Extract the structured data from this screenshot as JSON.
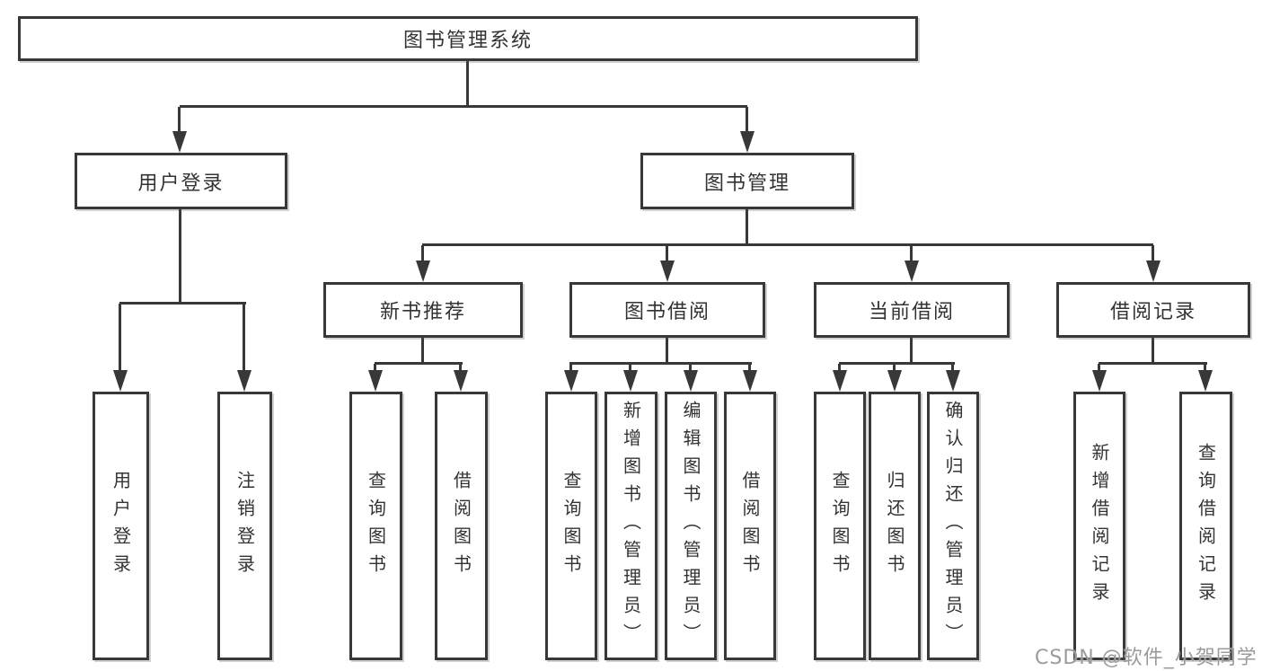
{
  "diagram": {
    "root": {
      "label": "图书管理系统"
    },
    "level2": [
      {
        "label": "用户登录"
      },
      {
        "label": "图书管理"
      }
    ],
    "level3": [
      {
        "label": "新书推荐",
        "parent": "图书管理"
      },
      {
        "label": "图书借阅",
        "parent": "图书管理"
      },
      {
        "label": "当前借阅",
        "parent": "图书管理"
      },
      {
        "label": "借阅记录",
        "parent": "图书管理"
      }
    ],
    "leaves": [
      {
        "label": "用户登录",
        "parent": "用户登录"
      },
      {
        "label": "注销登录",
        "parent": "用户登录"
      },
      {
        "label": "查询图书",
        "parent": "新书推荐"
      },
      {
        "label": "借阅图书",
        "parent": "新书推荐"
      },
      {
        "label": "查询图书",
        "parent": "图书借阅"
      },
      {
        "label": "新增图书（管理员）",
        "parent": "图书借阅"
      },
      {
        "label": "编辑图书（管理员）",
        "parent": "图书借阅"
      },
      {
        "label": "借阅图书",
        "parent": "图书借阅"
      },
      {
        "label": "查询图书",
        "parent": "当前借阅"
      },
      {
        "label": "归还图书",
        "parent": "当前借阅"
      },
      {
        "label": "确认归还（管理员）",
        "parent": "当前借阅"
      },
      {
        "label": "新增借阅记录",
        "parent": "借阅记录"
      },
      {
        "label": "查询借阅记录",
        "parent": "借阅记录"
      }
    ]
  },
  "watermark": {
    "text": "CSDN @软件_小贺同学"
  },
  "colors": {
    "line": "#383838",
    "box_border": "#383838",
    "box_fill": "#ffffff",
    "text": "#333333",
    "watermark": "#9b9b9b",
    "background": "#ffffff"
  }
}
